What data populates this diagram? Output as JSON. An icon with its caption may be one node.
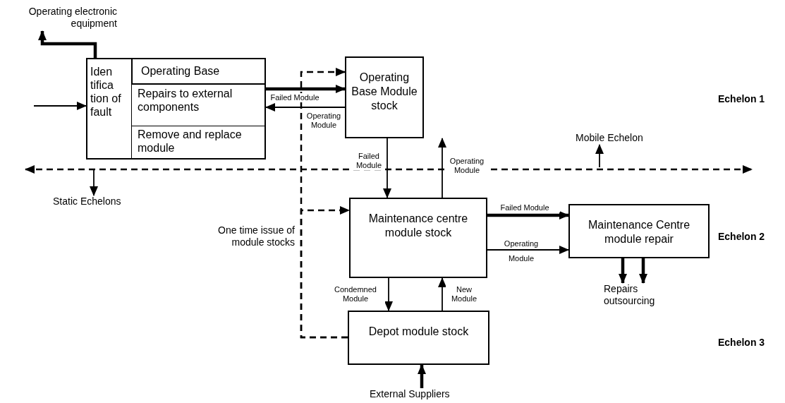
{
  "diagram": {
    "nodes": [
      {
        "text": [
          "Operating Base"
        ]
      },
      {
        "text": [
          "Iden tifica tion of fault"
        ],
        "in": 0
      },
      {
        "text": [
          "Repairs to external components"
        ],
        "in": 0
      },
      {
        "text": [
          "Remove and replace module"
        ],
        "in": 0
      },
      {
        "text": [
          "Operating electronic equipment"
        ]
      },
      {
        "text": [
          "Operating Base Module stock"
        ]
      },
      {
        "text": [
          "Maintenance centre module stock"
        ]
      },
      {
        "text": [
          "Maintenance Centre module repair"
        ]
      },
      {
        "text": [
          "Depot  module stock"
        ]
      },
      {
        "text": [
          "External Suppliers"
        ]
      },
      {
        "text": [
          "Repairs outsourcing"
        ]
      },
      {
        "text": [
          "Static Echelons"
        ]
      },
      {
        "text": [
          "Mobile Echelon"
        ]
      }
    ],
    "edges": [
      {
        "from": null,
        "to": 0,
        "arrow": "to"
      },
      {
        "from": 0,
        "to": 4,
        "arrow": "to",
        "style": "thick"
      },
      {
        "from": 0,
        "to": 5,
        "arrow": "to",
        "label": "Failed Module",
        "style": "thick"
      },
      {
        "from": 5,
        "to": 0,
        "arrow": "to",
        "label": "Operating Module"
      },
      {
        "from": 5,
        "to": 6,
        "arrow": "to",
        "label": "Failed Module"
      },
      {
        "from": 6,
        "to": 5,
        "arrow": "to",
        "label": "Operating Module"
      },
      {
        "from": 6,
        "to": 7,
        "arrow": "to",
        "label": "Failed Module",
        "style": "thick"
      },
      {
        "from": 6,
        "to": 7,
        "arrow": "to",
        "label": "Operating Module"
      },
      {
        "from": 7,
        "to": 10,
        "arrow": "to",
        "style": "thick"
      },
      {
        "from": 7,
        "to": 10,
        "arrow": "to",
        "style": "thick"
      },
      {
        "from": 6,
        "to": 8,
        "arrow": "to",
        "label": "Condemned Module"
      },
      {
        "from": 8,
        "to": 6,
        "arrow": "to",
        "label": "New Module"
      },
      {
        "from": 9,
        "to": 8,
        "arrow": "to",
        "style": "thick"
      },
      {
        "from": 8,
        "to": 5,
        "arrow": "to",
        "style": "dashed"
      },
      {
        "from": 8,
        "to": 6,
        "arrow": "to",
        "style": "dashed"
      },
      {
        "from": null,
        "to": 11,
        "arrow": "to"
      },
      {
        "from": null,
        "to": 12,
        "arrow": "to"
      }
    ],
    "labels": [
      "Echelon 1",
      "Echelon 2",
      "One time issue of module stocks",
      "Echelon 3"
    ]
  }
}
